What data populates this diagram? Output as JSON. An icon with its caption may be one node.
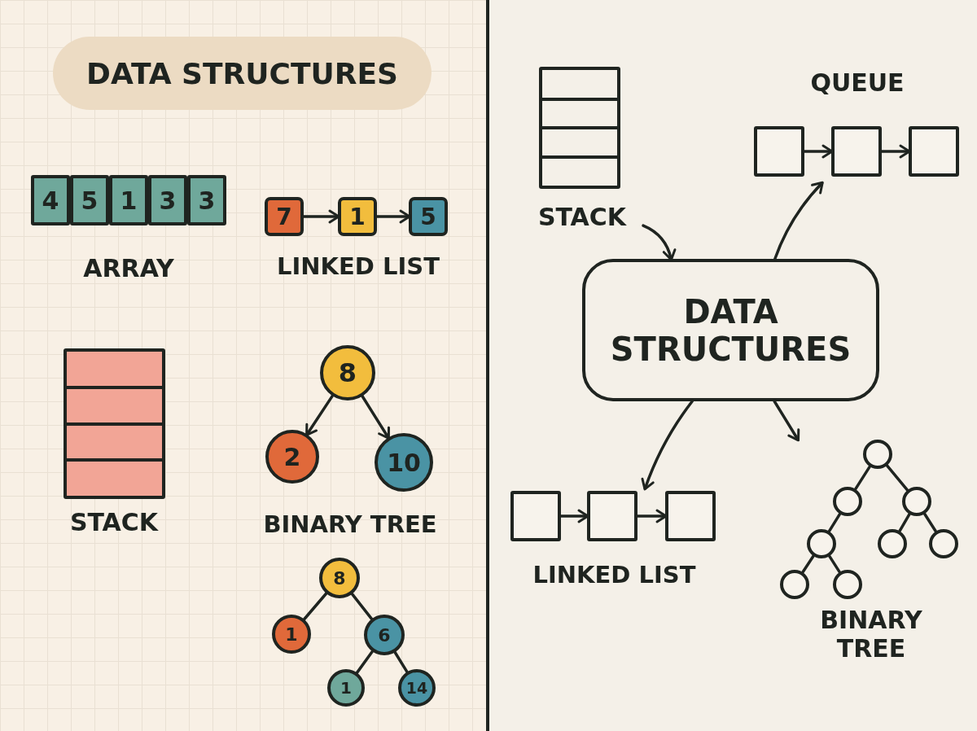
{
  "diagram": {
    "nodes": [
      {
        "text": [
          "DATA STRUCTURES"
        ]
      },
      {
        "text": [
          "ARRAY"
        ]
      },
      {
        "text": [
          "4"
        ],
        "in": 1
      },
      {
        "text": [
          "5"
        ],
        "in": 1
      },
      {
        "text": [
          "1"
        ],
        "in": 1
      },
      {
        "text": [
          "3"
        ],
        "in": 1
      },
      {
        "text": [
          "3"
        ],
        "in": 1
      },
      {
        "text": [
          "LINKED LIST"
        ]
      },
      {
        "text": [
          "7"
        ],
        "in": 7
      },
      {
        "text": [
          "1"
        ],
        "in": 7
      },
      {
        "text": [
          "5"
        ],
        "in": 7
      },
      {
        "text": [
          "STACK"
        ]
      },
      {
        "text": [
          "BINARY TREE"
        ]
      },
      {
        "text": [
          "8"
        ],
        "in": 12
      },
      {
        "text": [
          "2"
        ],
        "in": 12
      },
      {
        "text": [
          "10"
        ],
        "in": 12
      },
      {
        "text": [
          "8"
        ]
      },
      {
        "text": [
          "1"
        ]
      },
      {
        "text": [
          "6"
        ]
      },
      {
        "text": [
          "1"
        ]
      },
      {
        "text": [
          "14"
        ]
      },
      {
        "text": [
          "STACK"
        ]
      },
      {
        "text": [
          "QUEUE"
        ]
      },
      {
        "text": [],
        "shape": "box",
        "in": 22
      },
      {
        "text": [],
        "shape": "box",
        "in": 22
      },
      {
        "text": [],
        "shape": "box",
        "in": 22
      },
      {
        "text": [
          "DATA STRUCTURES"
        ]
      },
      {
        "text": [
          "LINKED LIST"
        ]
      },
      {
        "text": [],
        "shape": "box",
        "in": 27
      },
      {
        "text": [],
        "shape": "box",
        "in": 27
      },
      {
        "text": [],
        "shape": "box",
        "in": 27
      },
      {
        "text": [
          "BINARY TREE"
        ]
      },
      {
        "text": [],
        "shape": "circle",
        "in": 31
      },
      {
        "text": [],
        "shape": "circle",
        "in": 31
      },
      {
        "text": [],
        "shape": "circle",
        "in": 31
      },
      {
        "text": [],
        "shape": "circle",
        "in": 31
      },
      {
        "text": [],
        "shape": "circle",
        "in": 31
      },
      {
        "text": [],
        "shape": "circle",
        "in": 31
      },
      {
        "text": [],
        "shape": "circle",
        "in": 31
      },
      {
        "text": [],
        "shape": "circle",
        "in": 31
      }
    ],
    "edges": [
      {
        "from": 8,
        "to": 9,
        "arrow": "to"
      },
      {
        "from": 9,
        "to": 10,
        "arrow": "to"
      },
      {
        "from": 13,
        "to": 14,
        "arrow": "to"
      },
      {
        "from": 13,
        "to": 15,
        "arrow": "to"
      },
      {
        "from": 16,
        "to": 17,
        "arrow": "none"
      },
      {
        "from": 16,
        "to": 18,
        "arrow": "none"
      },
      {
        "from": 18,
        "to": 19,
        "arrow": "none"
      },
      {
        "from": 18,
        "to": 20,
        "arrow": "none"
      },
      {
        "from": 23,
        "to": 24,
        "arrow": "to"
      },
      {
        "from": 24,
        "to": 25,
        "arrow": "to"
      },
      {
        "from": 21,
        "to": 26,
        "arrow": "to"
      },
      {
        "from": 26,
        "to": 22,
        "arrow": "to"
      },
      {
        "from": 26,
        "to": 27,
        "arrow": "to"
      },
      {
        "from": 26,
        "to": 31,
        "arrow": "to"
      },
      {
        "from": 28,
        "to": 29,
        "arrow": "to"
      },
      {
        "from": 29,
        "to": 30,
        "arrow": "to"
      },
      {
        "from": 32,
        "to": 33,
        "arrow": "none"
      },
      {
        "from": 32,
        "to": 34,
        "arrow": "none"
      },
      {
        "from": 33,
        "to": 35,
        "arrow": "none"
      },
      {
        "from": 34,
        "to": 36,
        "arrow": "none"
      },
      {
        "from": 34,
        "to": 37,
        "arrow": "none"
      },
      {
        "from": 35,
        "to": 38,
        "arrow": "none"
      },
      {
        "from": 35,
        "to": 39,
        "arrow": "none"
      }
    ]
  }
}
